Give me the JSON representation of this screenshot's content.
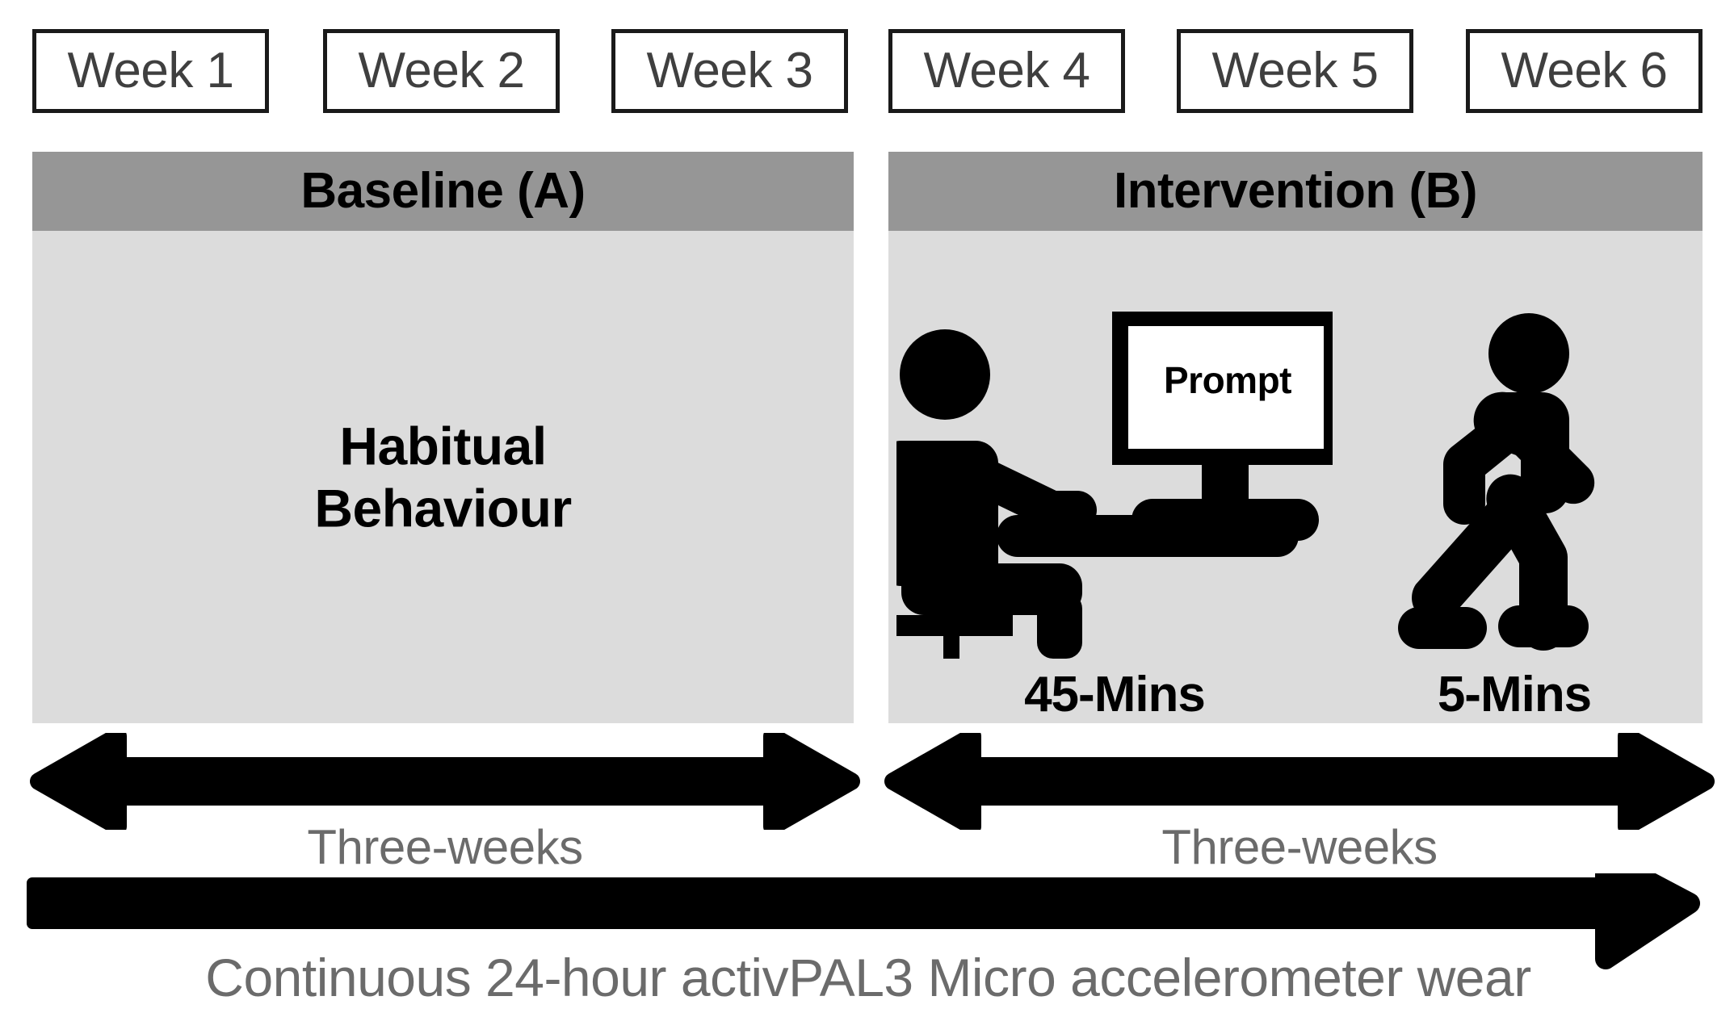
{
  "figure": {
    "type": "study-design-timeline",
    "background": "#ffffff",
    "colors": {
      "panel_header": "#969696",
      "panel_body": "#dcdcdc",
      "box_border": "#1a1a1a",
      "box_fill": "#ffffff",
      "primary_text": "#000000",
      "muted_text": "#6b6b6b",
      "icon": "#000000"
    }
  },
  "timeline": {
    "weeks": [
      {
        "label": "Week 1"
      },
      {
        "label": "Week 2"
      },
      {
        "label": "Week 3"
      },
      {
        "label": "Week 4"
      },
      {
        "label": "Week 5"
      },
      {
        "label": "Week 6"
      }
    ]
  },
  "phases": [
    {
      "id": "baseline",
      "header": "Baseline (A)",
      "body_text_line1": "Habitual",
      "body_text_line2": "Behaviour",
      "duration": "Three-weeks"
    },
    {
      "id": "intervention",
      "header": "Intervention (B)",
      "duration": "Three-weeks",
      "items": [
        {
          "id": "sitting",
          "icon": "person-sitting-at-desk-icon",
          "screen_text": "Prompt",
          "caption": "45-Mins"
        },
        {
          "id": "walking",
          "icon": "person-walking-icon",
          "caption": "5-Mins"
        }
      ]
    }
  ],
  "measurement": {
    "label": "Continuous 24-hour activPAL3 Micro accelerometer wear",
    "arrow": "single-headed-right-arrow"
  }
}
